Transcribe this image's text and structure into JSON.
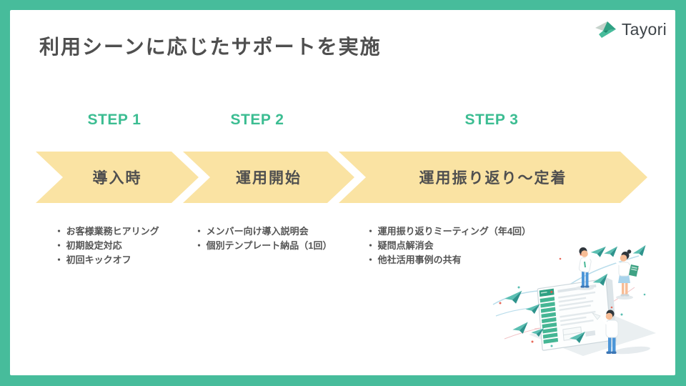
{
  "slide": {
    "title": "利用シーンに応じたサポートを実施",
    "logo_text": "Tayori"
  },
  "steps": [
    {
      "label": "STEP 1",
      "arrow_label": "導入時",
      "items": [
        "・ お客様業務ヒアリング",
        "・ 初期設定対応",
        "・ 初回キックオフ"
      ]
    },
    {
      "label": "STEP 2",
      "arrow_label": "運用開始",
      "items": [
        "・ メンバー向け導入説明会",
        "・ 個別テンプレート納品（1回）"
      ]
    },
    {
      "label": "STEP 3",
      "arrow_label": "運用振り返り～定着",
      "items": [
        "・ 運用振り返りミーティング（年4回）",
        "・ 疑問点解消会",
        "・ 他社活用事例の共有"
      ]
    }
  ],
  "colors": {
    "frame_green": "#47BC9B",
    "step_label_green": "#3CBD92",
    "arrow_yellow": "#FAE3A3",
    "title_text": "#4F4F4F",
    "body_text": "#555555",
    "logo_text_color": "#3E4449",
    "illustration_teal": "#45B694",
    "illustration_plane": "#5BBFB2"
  }
}
